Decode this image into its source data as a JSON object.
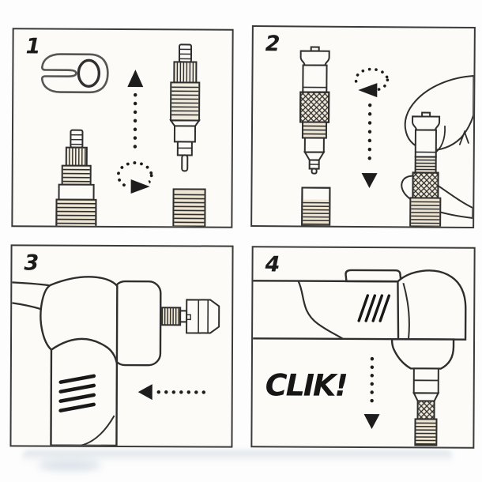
{
  "panels": [
    {
      "number": "1"
    },
    {
      "number": "2"
    },
    {
      "number": "3"
    },
    {
      "number": "4",
      "sound_label": "CLIK!"
    }
  ],
  "colors": {
    "ink": "#2e2e2e",
    "paper": "#fdfdfd",
    "panel_fill": "#fcfbf7",
    "thread_tint": "#eee5d3",
    "scan_shadow": "#a0b4c4"
  }
}
